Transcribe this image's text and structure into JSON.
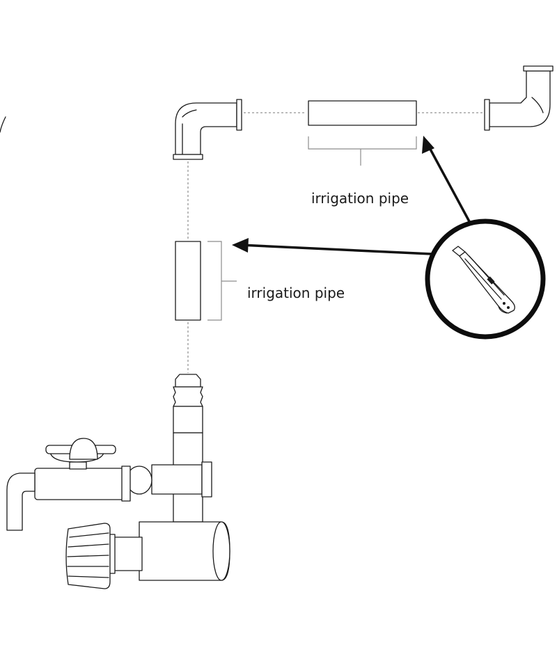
{
  "diagram": {
    "labels": {
      "top_pipe": "irrigation pipe",
      "vertical_pipe": "irrigation pipe"
    },
    "components": [
      "top-left-elbow",
      "horizontal-irrigation-pipe",
      "top-right-elbow",
      "vertical-irrigation-pipe",
      "utility-knife-callout",
      "faucet-tee-valve-assembly"
    ],
    "colors": {
      "line": "#1a1a1a",
      "dashed_guide": "#777777",
      "bracket": "#8c8c8c",
      "background": "#ffffff"
    }
  }
}
